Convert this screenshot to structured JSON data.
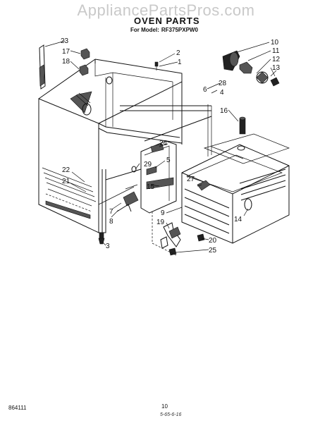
{
  "watermark": "AppliancePartsPros.com",
  "title": "OVEN PARTS",
  "model_label": "For Model:",
  "model_number": "RF375PXPW0",
  "footer": {
    "doc_number": "864111",
    "page_number": "10",
    "code": "5-65-6-16"
  },
  "callouts": [
    "1",
    "2",
    "3",
    "4",
    "5",
    "6",
    "7",
    "8",
    "9",
    "10",
    "11",
    "12",
    "13",
    "14",
    "15",
    "16",
    "17",
    "18",
    "19",
    "20",
    "21",
    "22",
    "23",
    "24",
    "25",
    "27",
    "28",
    "29"
  ]
}
